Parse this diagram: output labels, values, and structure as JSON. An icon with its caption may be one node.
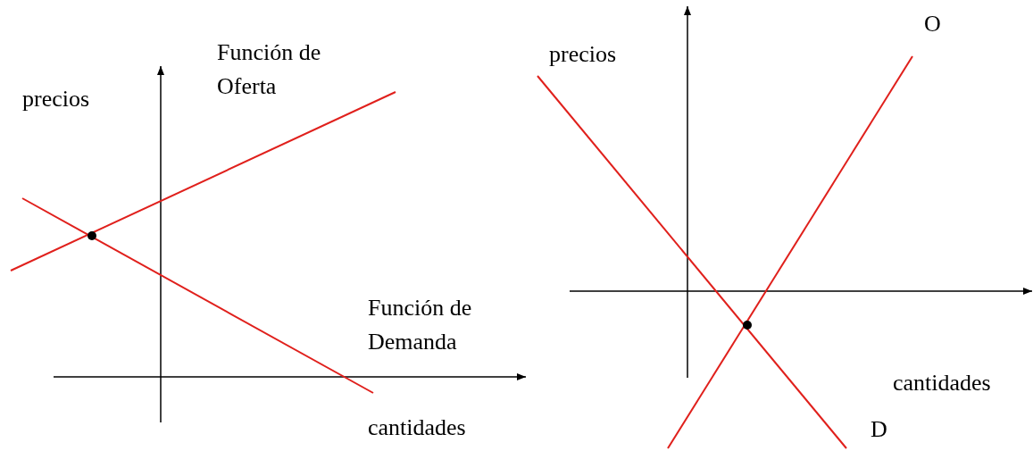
{
  "diagram": {
    "labels": [
      "precios",
      "Función de Oferta",
      "Función de Demanda",
      "cantidades",
      "precios",
      "O",
      "cantidades",
      "D"
    ]
  }
}
